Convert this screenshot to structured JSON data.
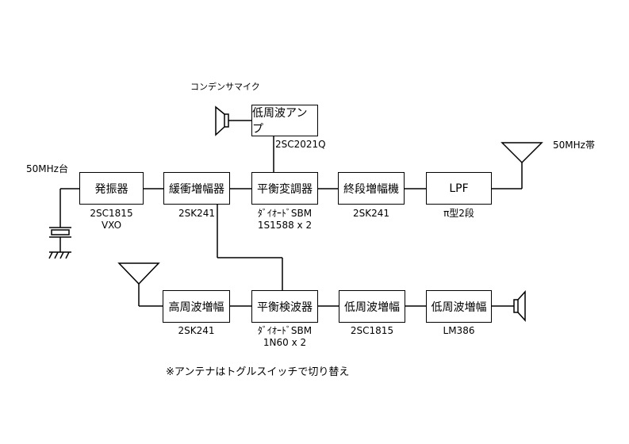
{
  "tx": {
    "oscillator": {
      "label": "発振器",
      "part": "2SC1815",
      "sub": "VXO"
    },
    "buffer": {
      "label": "緩衝増幅器",
      "part": "2SK241"
    },
    "modulator": {
      "label": "平衡変調器",
      "part": "ﾀﾞｲｵｰﾄﾞSBM",
      "sub": "1S1588 x 2"
    },
    "final_amp": {
      "label": "終段増幅機",
      "part": "2SK241"
    },
    "lpf": {
      "label": "LPF",
      "part": "π型2段"
    },
    "af_amp": {
      "label": "低周波アンプ",
      "part": "2SC2021Q"
    },
    "mic": {
      "label": "コンデンサマイク"
    },
    "crystal": {
      "label": "50MHz台"
    },
    "tx_antenna": {
      "label": "50MHz帯"
    }
  },
  "rx": {
    "rf_amp": {
      "label": "高周波増幅",
      "part": "2SK241"
    },
    "detector": {
      "label": "平衡検波器",
      "part": "ﾀﾞｲｵｰﾄﾞSBM",
      "sub": "1N60 x 2"
    },
    "af_amp1": {
      "label": "低周波増幅",
      "part": "2SC1815"
    },
    "af_amp2": {
      "label": "低周波増幅",
      "part": "LM386"
    }
  },
  "note": "※アンテナはトグルスイッチで切り替え",
  "colors": {
    "line": "#000000",
    "background": "#ffffff"
  }
}
